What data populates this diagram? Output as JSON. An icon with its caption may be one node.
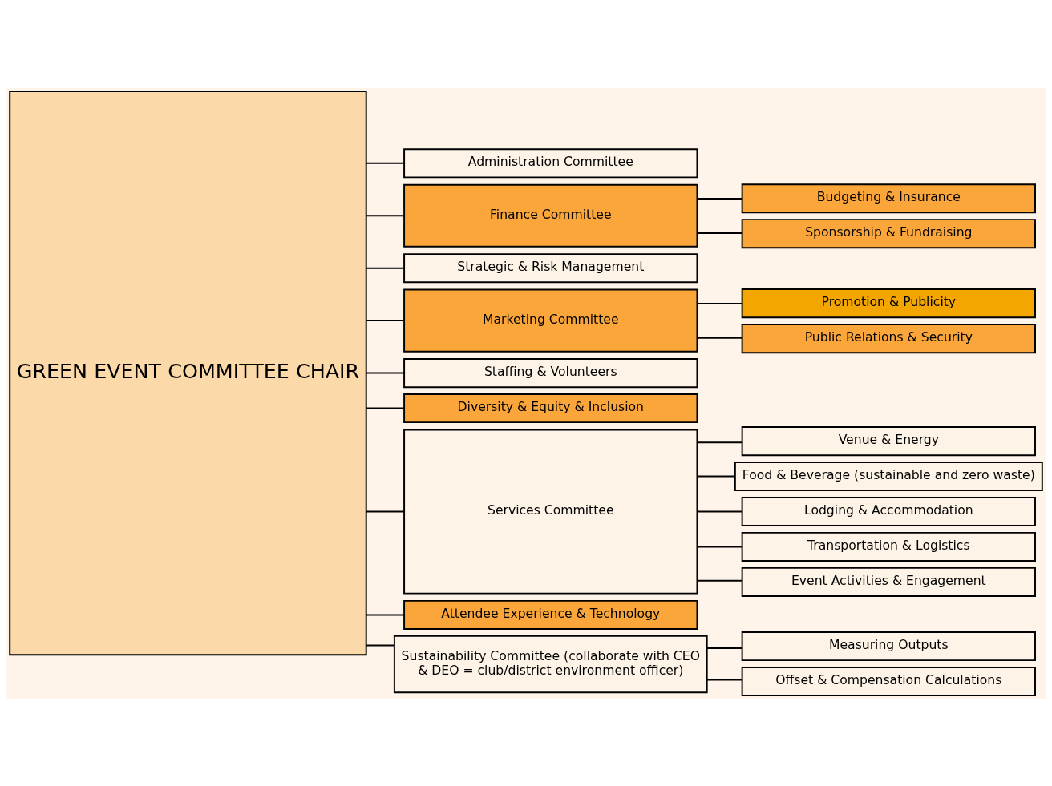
{
  "diagram": {
    "nodes": [
      {
        "text": [
          "GREEN EVENT COMMITTEE CHAIR"
        ]
      },
      {
        "text": [
          "Administration Committee"
        ]
      },
      {
        "text": [
          "Finance Committee"
        ]
      },
      {
        "text": [
          "Budgeting & Insurance"
        ]
      },
      {
        "text": [
          "Sponsorship & Fundraising"
        ]
      },
      {
        "text": [
          "Strategic & Risk Management"
        ]
      },
      {
        "text": [
          "Marketing Committee"
        ]
      },
      {
        "text": [
          "Promotion & Publicity"
        ]
      },
      {
        "text": [
          "Public Relations & Security"
        ]
      },
      {
        "text": [
          "Staffing & Volunteers"
        ]
      },
      {
        "text": [
          "Diversity & Equity & Inclusion"
        ]
      },
      {
        "text": [
          "Services Committee"
        ]
      },
      {
        "text": [
          "Venue & Energy"
        ]
      },
      {
        "text": [
          "Food & Beverage (sustainable and zero waste)"
        ]
      },
      {
        "text": [
          "Lodging & Accommodation"
        ]
      },
      {
        "text": [
          "Transportation & Logistics"
        ]
      },
      {
        "text": [
          "Event Activities & Engagement"
        ]
      },
      {
        "text": [
          "Attendee Experience & Technology"
        ]
      },
      {
        "text": [
          "Sustainability Committee (collaborate with CEO & DEO = club/district environment officer)"
        ]
      },
      {
        "text": [
          "Measuring Outputs"
        ]
      },
      {
        "text": [
          "Offset & Compensation Calculations"
        ]
      }
    ],
    "edges": [
      {
        "from": 0,
        "to": 1,
        "arrow": "none"
      },
      {
        "from": 0,
        "to": 2,
        "arrow": "none"
      },
      {
        "from": 0,
        "to": 5,
        "arrow": "none"
      },
      {
        "from": 0,
        "to": 6,
        "arrow": "none"
      },
      {
        "from": 0,
        "to": 9,
        "arrow": "none"
      },
      {
        "from": 0,
        "to": 10,
        "arrow": "none"
      },
      {
        "from": 0,
        "to": 11,
        "arrow": "none"
      },
      {
        "from": 0,
        "to": 17,
        "arrow": "none"
      },
      {
        "from": 0,
        "to": 18,
        "arrow": "none"
      },
      {
        "from": 2,
        "to": 3,
        "arrow": "none"
      },
      {
        "from": 2,
        "to": 4,
        "arrow": "none"
      },
      {
        "from": 6,
        "to": 7,
        "arrow": "none"
      },
      {
        "from": 6,
        "to": 8,
        "arrow": "none"
      },
      {
        "from": 11,
        "to": 12,
        "arrow": "none"
      },
      {
        "from": 11,
        "to": 13,
        "arrow": "none"
      },
      {
        "from": 11,
        "to": 14,
        "arrow": "none"
      },
      {
        "from": 11,
        "to": 15,
        "arrow": "none"
      },
      {
        "from": 11,
        "to": 16,
        "arrow": "none"
      },
      {
        "from": 18,
        "to": 19,
        "arrow": "none"
      },
      {
        "from": 18,
        "to": 20,
        "arrow": "none"
      }
    ]
  }
}
